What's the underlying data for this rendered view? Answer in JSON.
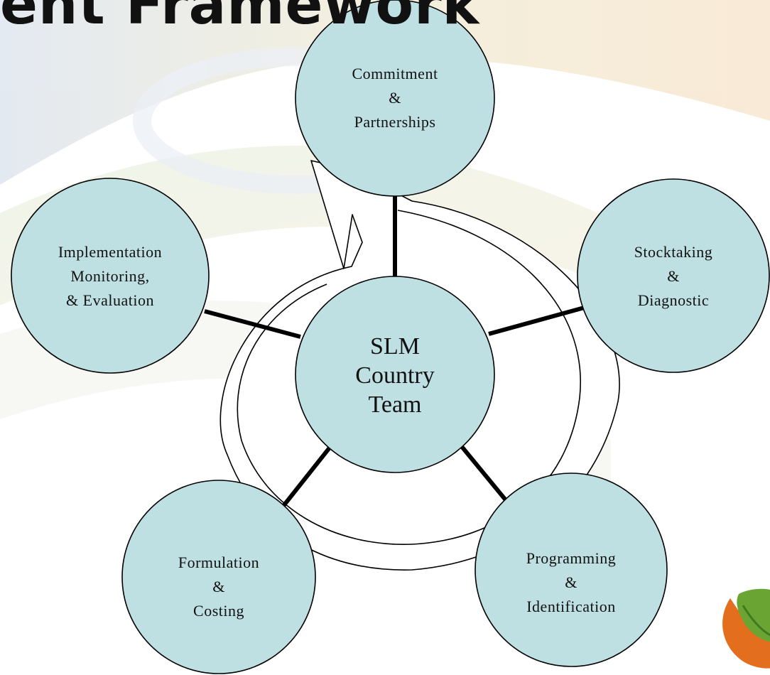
{
  "slide": {
    "title_fragment": "ent Framework"
  },
  "diagram": {
    "center": {
      "lines": [
        "SLM",
        "Country",
        "Team"
      ]
    },
    "nodes": [
      {
        "id": "commitment",
        "lines": [
          "Commitment",
          "&",
          "Partnerships"
        ]
      },
      {
        "id": "stocktaking",
        "lines": [
          "Stocktaking",
          "&",
          "Diagnostic"
        ]
      },
      {
        "id": "programming",
        "lines": [
          "Programming",
          "&",
          "Identification"
        ]
      },
      {
        "id": "formulation",
        "lines": [
          "Formulation",
          "&",
          "Costing"
        ]
      },
      {
        "id": "implementation",
        "lines": [
          "Implementation",
          "Monitoring,",
          "& Evaluation"
        ]
      }
    ],
    "colors": {
      "node_fill": "#bfe0e2",
      "outline": "#000000",
      "connector": "#000000"
    }
  },
  "decor": {
    "logo_icon": "leaf-hand-icon",
    "logo_colors": [
      "#e36f1e",
      "#6aa533"
    ]
  }
}
